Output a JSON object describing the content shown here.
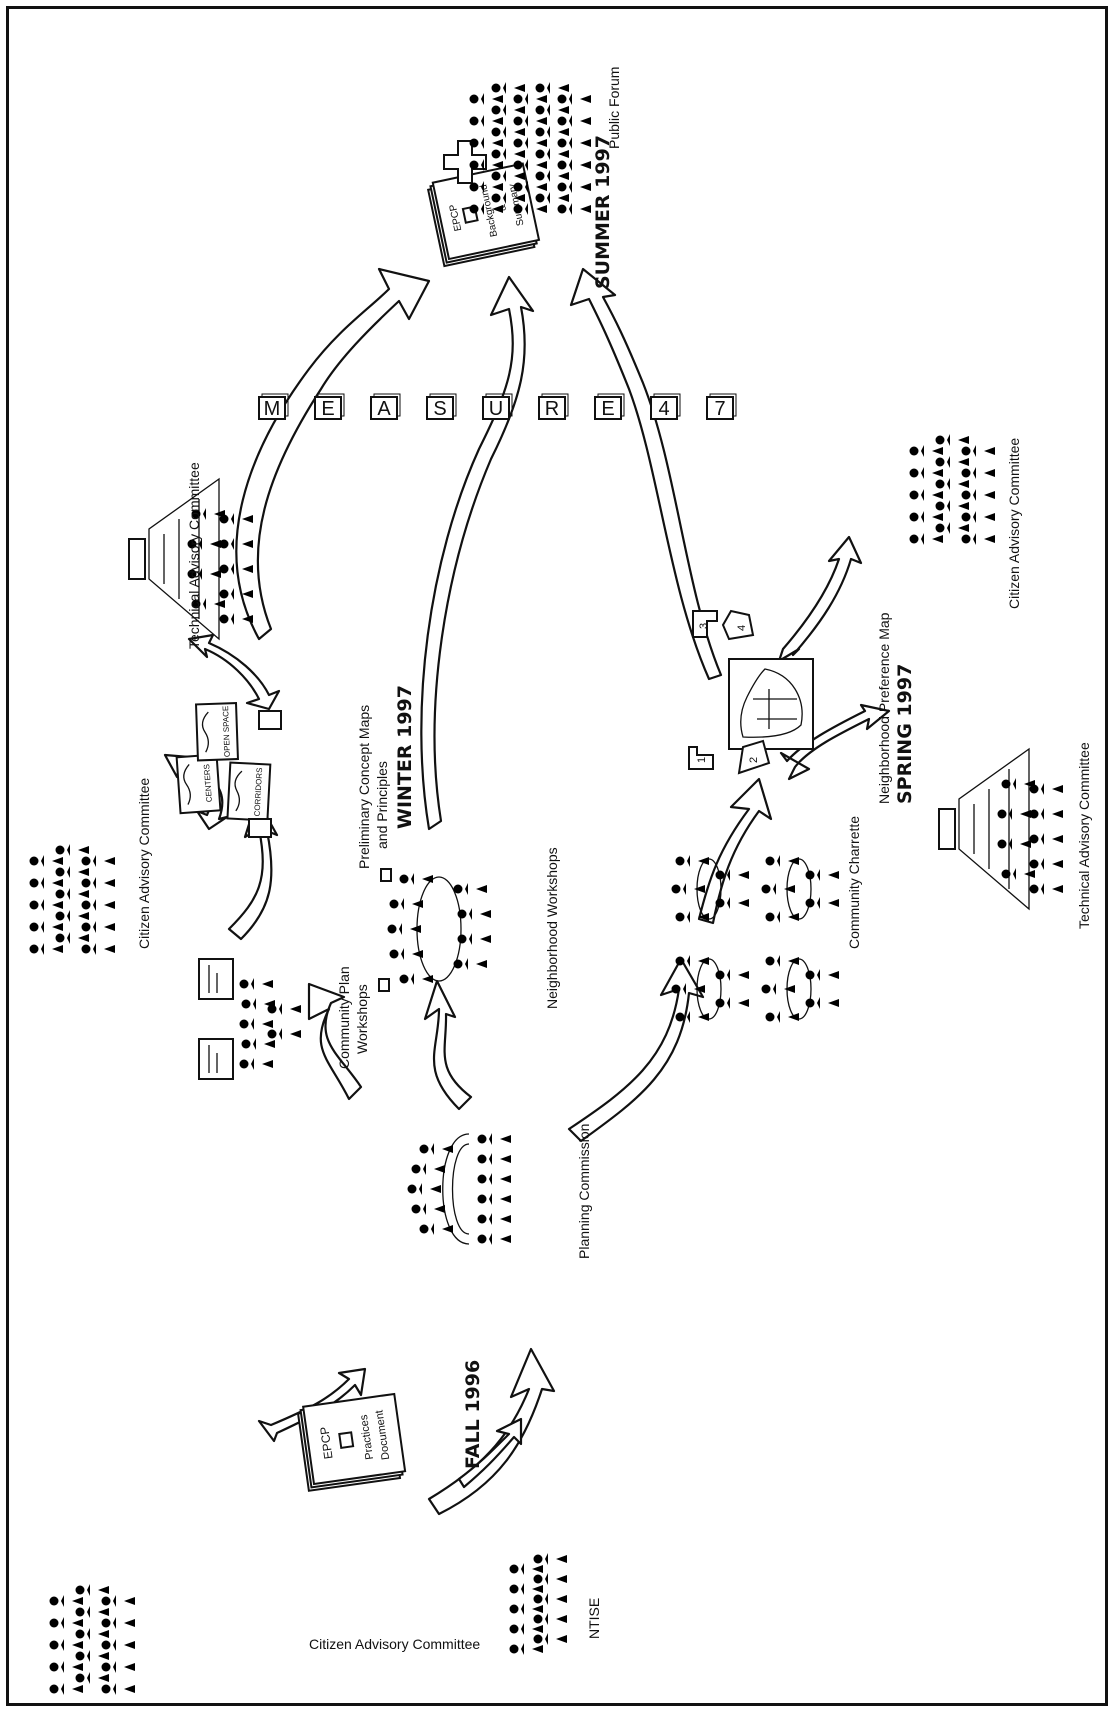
{
  "labels": {
    "nodes": [
      {
        "id": "cac-1",
        "text": "Citizen Advisory Committee"
      },
      {
        "id": "ntise",
        "text": "NTISE"
      },
      {
        "id": "planning",
        "text": "Planning Commission"
      },
      {
        "id": "community-plan-1",
        "text": "Community Plan"
      },
      {
        "id": "community-plan-2",
        "text": "Workshops"
      },
      {
        "id": "neighborhood-workshops",
        "text": "Neighborhood Workshops"
      },
      {
        "id": "community-charrette",
        "text": "Community Charrette"
      },
      {
        "id": "cac-2",
        "text": "Citizen Advisory Committee"
      },
      {
        "id": "prelim-1",
        "text": "Preliminary Concept Maps"
      },
      {
        "id": "prelim-2",
        "text": "and Principles"
      },
      {
        "id": "tac-1",
        "text": "Technical Advisory Committee"
      },
      {
        "id": "tac-2",
        "text": "Technical Advisory Committee"
      },
      {
        "id": "nbhd-map",
        "text": "Neighborhood Preference Map"
      },
      {
        "id": "cac-3",
        "text": "Citizen Advisory Committee"
      },
      {
        "id": "public-forum",
        "text": "Public Forum"
      }
    ],
    "seasons": {
      "fall": "FALL 1996",
      "winter": "WINTER 1997",
      "spring": "SPRING 1997",
      "summer": "SUMMER 1997"
    },
    "book_fall": [
      "EPCP",
      "Practices",
      "Document"
    ],
    "book_summer": [
      "EPCP",
      "Background",
      "&",
      "Summary"
    ],
    "concept_signs": [
      "CENTERS",
      "CORRIDORS",
      "OPEN SPACE"
    ],
    "map_parcels": [
      "1",
      "2",
      "3",
      "4"
    ],
    "measure_letters": [
      "M",
      "E",
      "A",
      "S",
      "U",
      "R",
      "E",
      "4",
      "7"
    ]
  }
}
